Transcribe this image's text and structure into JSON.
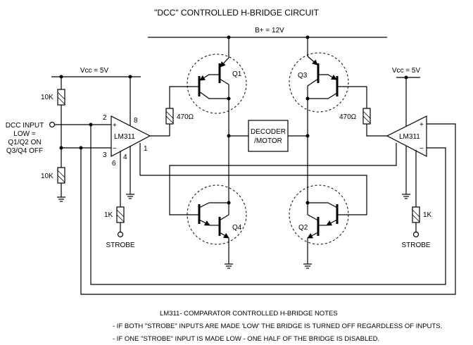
{
  "title": "\"DCC\" CONTROLLED H-BRIDGE CIRCUIT",
  "supply": {
    "bplus": "B+ = 12V",
    "vcc_left": "Vcc = 5V",
    "vcc_right": "Vcc = 5V"
  },
  "input": {
    "line1": "DCC INPUT",
    "line2": "LOW =",
    "line3": "Q1/Q2 ON",
    "line4": "Q3/Q4 OFF"
  },
  "resistors": {
    "r_top": "10K",
    "r_bottom": "10K",
    "r_left_base": "470Ω",
    "r_right_base": "470Ω",
    "r_strobe_left": "1K",
    "r_strobe_right": "1K"
  },
  "comparators": {
    "left": "LM311",
    "right": "LM311",
    "pins": {
      "p2": "2",
      "p3": "3",
      "p8": "8",
      "p1": "1",
      "p4": "4",
      "p6": "6",
      "plus": "+",
      "minus": "−"
    }
  },
  "transistors": {
    "q1": "Q1",
    "q2": "Q2",
    "q3": "Q3",
    "q4": "Q4"
  },
  "load": {
    "line1": "DECODER",
    "line2": "/MOTOR"
  },
  "strobe": {
    "left": "STROBE",
    "right": "STROBE"
  },
  "notes": {
    "heading": "LM311- COMPARATOR CONTROLLED H-BRIDGE NOTES",
    "items": [
      "- IF BOTH \"STROBE\" INPUTS ARE MADE 'LOW' THE BRIDGE IS TURNED OFF REGARDLESS OF INPUTS.",
      "- IF ONE \"STROBE\" INPUT IS MADE LOW - ONE HALF OF THE BRIDGE IS DISABLED."
    ]
  }
}
